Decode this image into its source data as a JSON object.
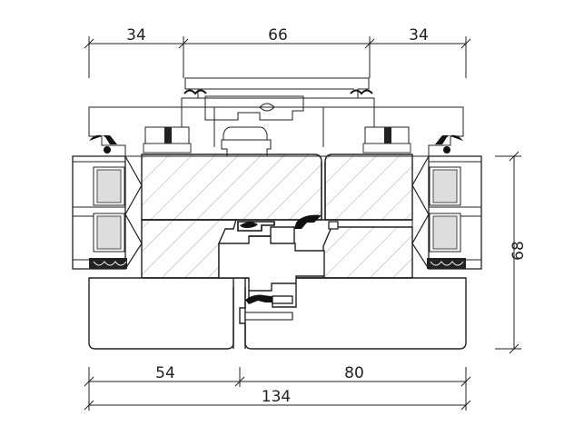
{
  "drawing": {
    "top_dimensions": [
      "34",
      "66",
      "34"
    ],
    "right_dimension": "68",
    "bottom_dimensions": [
      "54",
      "80"
    ],
    "overall_dimension": "134",
    "line_color": "#222222",
    "background_color": "#ffffff"
  }
}
